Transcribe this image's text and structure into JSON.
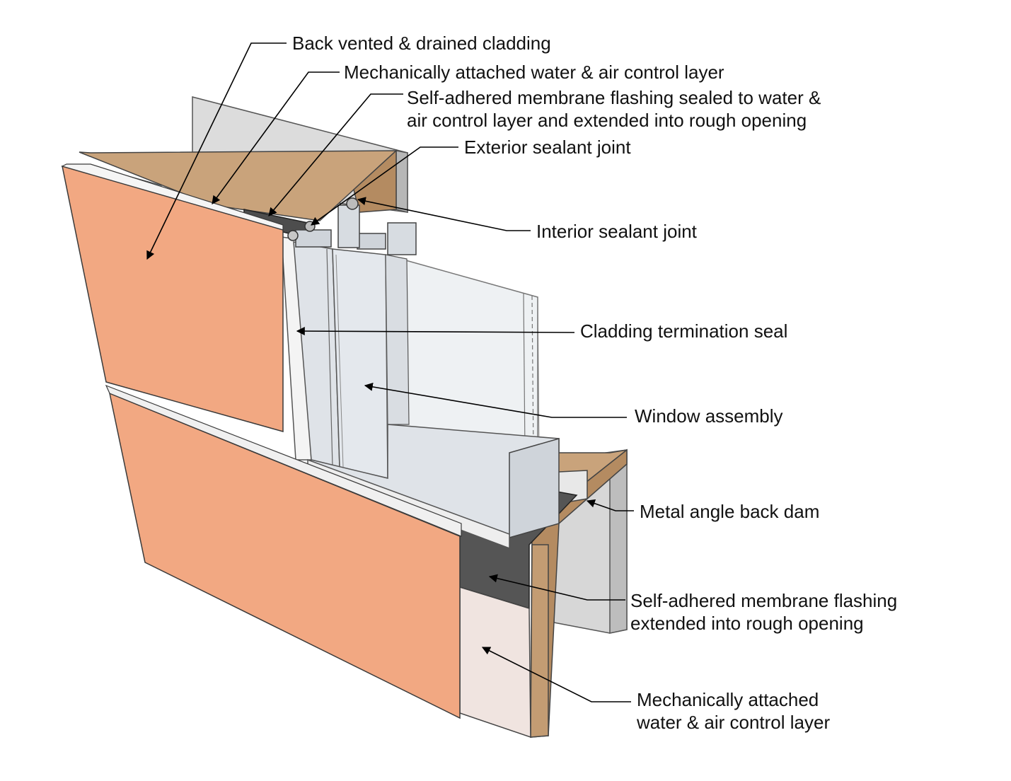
{
  "diagram": {
    "colors": {
      "cladding": "#f2a882",
      "cladding_edge": "#c9805e",
      "wood": "#c8a27a",
      "wall": "#d9d9d9",
      "membrane": "#5a5a5a",
      "frame": "#dfe3e8",
      "glass": "#eceff1",
      "control_layer": "#f0e4e0",
      "leader": "#000000"
    },
    "labels": {
      "back_vented": "Back vented & drained cladding",
      "mech_top": "Mechanically attached water & air control layer",
      "self_adhered_top_1": "Self-adhered membrane flashing sealed to water &",
      "self_adhered_top_2": "air control layer and extended into rough opening",
      "exterior_sealant": "Exterior sealant joint",
      "interior_sealant": "Interior sealant joint",
      "cladding_termination": "Cladding termination seal",
      "window_assembly": "Window assembly",
      "metal_angle": "Metal angle back dam",
      "self_adhered_bottom_1": "Self-adhered membrane flashing",
      "self_adhered_bottom_2": "extended into rough opening",
      "mech_bottom_1": "Mechanically attached",
      "mech_bottom_2": "water & air control layer"
    }
  }
}
